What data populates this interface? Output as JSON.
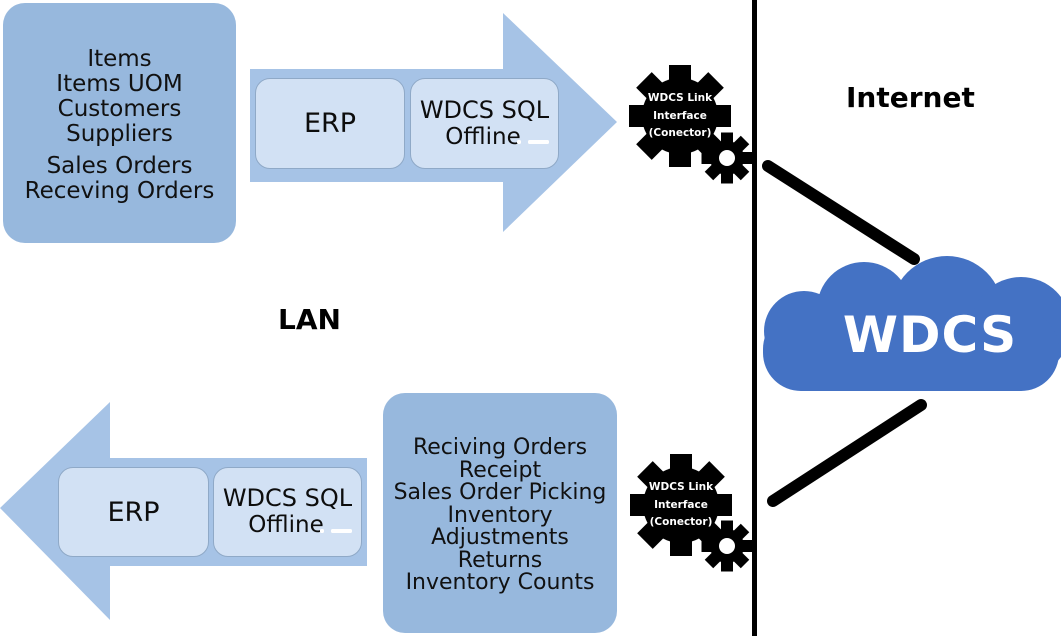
{
  "labels": {
    "lan": "LAN",
    "internet": "Internet"
  },
  "cloud": {
    "label": "WDCS"
  },
  "top_flow": {
    "source_box_lines": [
      "Items",
      "Items UOM",
      "Customers",
      "Suppliers",
      "Sales Orders",
      "Receving Orders"
    ],
    "erp_label": "ERP",
    "sql_line1": "WDCS SQL",
    "sql_line2": "Offline",
    "connector_lines": [
      "WDCS Link",
      "Interface",
      "(Conector)"
    ]
  },
  "bottom_flow": {
    "source_box_lines": [
      "Reciving Orders",
      "Receipt",
      "Sales Order Picking",
      "Inventory",
      "Adjustments",
      "Returns",
      "Inventory Counts"
    ],
    "erp_label": "ERP",
    "sql_line1": "WDCS SQL",
    "sql_line2": "Offline",
    "connector_lines": [
      "WDCS Link",
      "Interface",
      "(Conector)"
    ]
  },
  "colors": {
    "source_box_fill": "#97b8dd",
    "arrow_fill": "#a6c3e6",
    "inner_box_fill": "#d2e1f4",
    "cloud_fill": "#4472c4",
    "connector_black": "#000000"
  }
}
